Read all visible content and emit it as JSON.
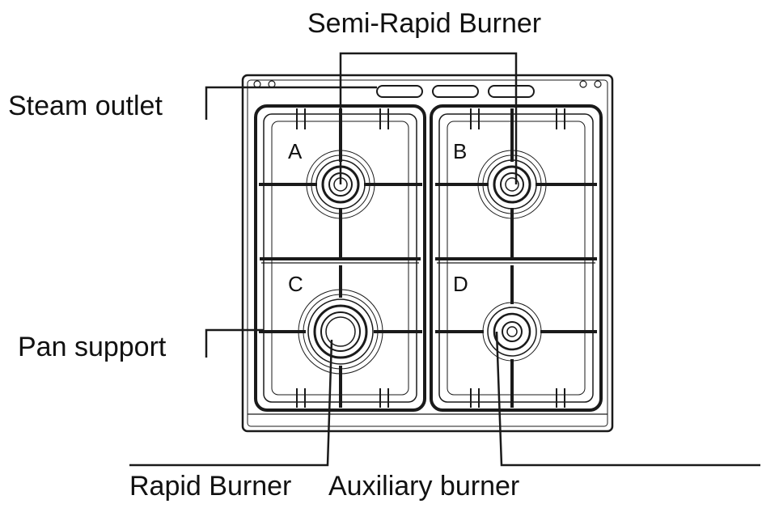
{
  "labels": {
    "semi_rapid": "Semi-Rapid Burner",
    "steam_outlet": "Steam outlet",
    "pan_support": "Pan support",
    "rapid": "Rapid Burner",
    "auxiliary": "Auxiliary burner"
  },
  "burners": [
    {
      "letter": "A"
    },
    {
      "letter": "B"
    },
    {
      "letter": "C"
    },
    {
      "letter": "D"
    }
  ],
  "colors": {
    "ink": "#1a1a1a",
    "background": "#ffffff"
  }
}
